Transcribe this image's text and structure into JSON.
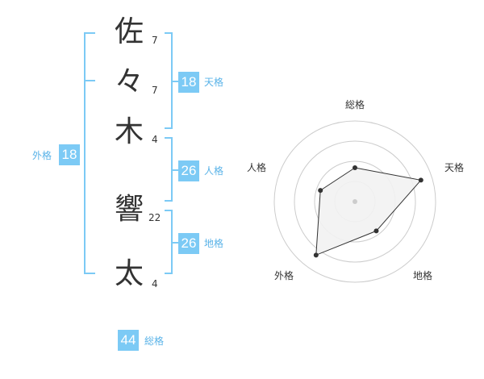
{
  "colors": {
    "accent": "#7ccaf5",
    "label": "#5ab3e8",
    "text": "#333333"
  },
  "name_chars": [
    {
      "char": "佐",
      "strokes": "7"
    },
    {
      "char": "々",
      "strokes": "7"
    },
    {
      "char": "木",
      "strokes": "4"
    },
    {
      "char": "響",
      "strokes": "22"
    },
    {
      "char": "太",
      "strokes": "4"
    }
  ],
  "fortunes": {
    "tenkaku": {
      "value": "18",
      "label": "天格"
    },
    "jinkaku": {
      "value": "26",
      "label": "人格"
    },
    "chikaku": {
      "value": "26",
      "label": "地格"
    },
    "gaikaku": {
      "value": "18",
      "label": "外格"
    },
    "soukaku": {
      "value": "44",
      "label": "総格"
    }
  },
  "radar": {
    "axes": [
      "総格",
      "天格",
      "地格",
      "外格",
      "人格"
    ],
    "values": [
      0.42,
      0.86,
      0.45,
      0.82,
      0.45
    ]
  }
}
